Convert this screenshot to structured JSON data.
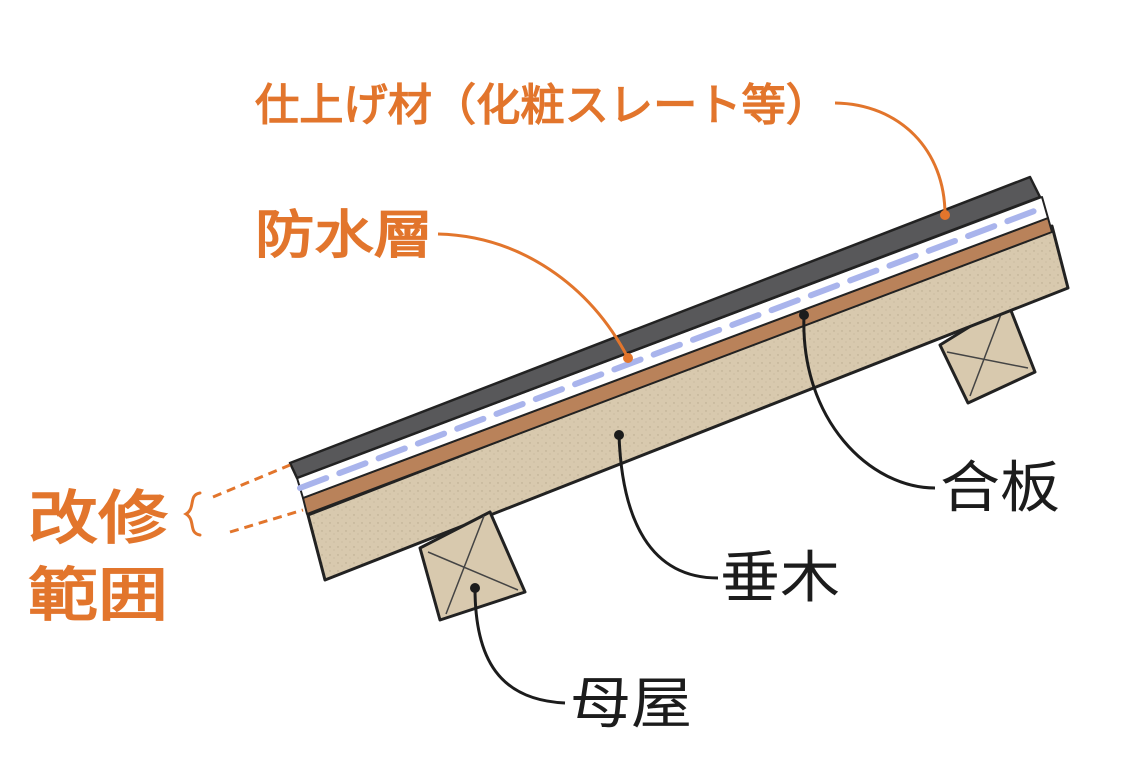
{
  "labels": {
    "finish_material": "仕上げ材（化粧スレート等）",
    "waterproof_layer": "防水層",
    "renovation_scope_line1": "改修",
    "renovation_scope_line2": "範囲",
    "plywood": "合板",
    "rafter": "垂木",
    "purlin": "母屋"
  },
  "colors": {
    "label_orange": "#e2752c",
    "label_black": "#1c1c1c",
    "slate": "#58585a",
    "waterproof_dash": "#a9b4ec",
    "plywood": "#b9825a",
    "wood": "#d8c9ae",
    "outline": "#222222"
  },
  "icons": {
    "purlin_marker": "cross-box",
    "bracket": "curly-brace"
  }
}
